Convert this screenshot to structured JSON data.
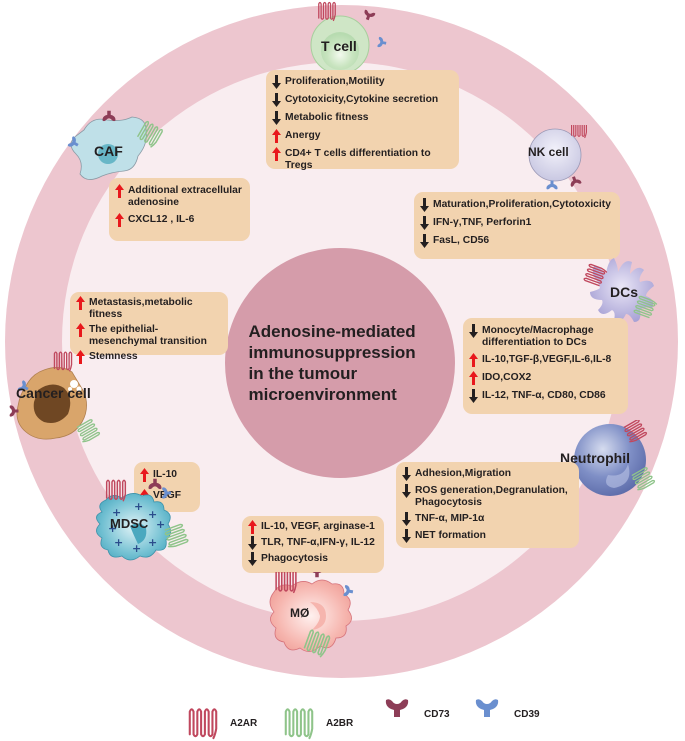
{
  "title": "Adenosine-mediated immunosuppression in the tumour microenvironment",
  "title_lines": [
    "Adenosine-mediated",
    "immunosuppression",
    "in the tumour",
    "microenvironment"
  ],
  "colors": {
    "outer_ring": "#edc6cf",
    "inner_disc": "#f9edf0",
    "center_disc": "#d59caa",
    "effect_box": "#f2d3af",
    "up_arrow": "#e8181c",
    "down_arrow": "#231f20",
    "a2ar": "#c0485e",
    "a2br": "#8fc48a",
    "cd73": "#8d3d57",
    "cd39": "#6a8fcf"
  },
  "cells": {
    "t_cell": {
      "label": "T cell",
      "effects": [
        {
          "direction": "down",
          "text": "Proliferation,Motility"
        },
        {
          "direction": "down",
          "text": "Cytotoxicity,Cytokine secretion"
        },
        {
          "direction": "down",
          "text": "Metabolic fitness"
        },
        {
          "direction": "up",
          "text": "Anergy"
        },
        {
          "direction": "up",
          "text": "CD4+ T cells differentiation to Tregs"
        }
      ]
    },
    "caf": {
      "label": "CAF",
      "effects": [
        {
          "direction": "up",
          "text": "Additional extracellular adenosine"
        },
        {
          "direction": "up",
          "text": "CXCL12 ,  IL-6"
        }
      ]
    },
    "nk_cell": {
      "label": "NK cell",
      "effects": [
        {
          "direction": "down",
          "text": "Maturation,Proliferation,Cytotoxicity"
        },
        {
          "direction": "down",
          "text": "IFN-γ,TNF, Perforin1"
        },
        {
          "direction": "down",
          "text": "FasL, CD56"
        }
      ]
    },
    "dcs": {
      "label": "DCs",
      "effects": [
        {
          "direction": "down",
          "text": "Monocyte/Macrophage differentiation to DCs"
        },
        {
          "direction": "up",
          "text": "IL-10,TGF-β,VEGF,IL-6,IL-8"
        },
        {
          "direction": "up",
          "text": "IDO,COX2"
        },
        {
          "direction": "down",
          "text": "IL-12, TNF-α, CD80, CD86"
        }
      ]
    },
    "cancer_cell": {
      "label": "Cancer cell",
      "effects": [
        {
          "direction": "up",
          "text": "Metastasis,metabolic fitness"
        },
        {
          "direction": "up",
          "text": "The epithelial-mesenchymal transition"
        },
        {
          "direction": "up",
          "text": "Stemness"
        }
      ]
    },
    "neutrophil": {
      "label": "Neutrophil",
      "effects": [
        {
          "direction": "down",
          "text": "Adhesion,Migration"
        },
        {
          "direction": "down",
          "text": "ROS generation,Degranulation, Phagocytosis"
        },
        {
          "direction": "down",
          "text": "TNF-α,  MIP-1α"
        },
        {
          "direction": "down",
          "text": "NET formation"
        }
      ]
    },
    "mdsc": {
      "label": "MDSC",
      "effects": [
        {
          "direction": "up",
          "text": "IL-10"
        },
        {
          "direction": "up",
          "text": "VEGF"
        }
      ]
    },
    "macrophage": {
      "label": "MØ",
      "effects": [
        {
          "direction": "up",
          "text": "IL-10, VEGF, arginase-1"
        },
        {
          "direction": "down",
          "text": "TLR, TNF-α,IFN-γ, IL-12"
        },
        {
          "direction": "down",
          "text": "Phagocytosis"
        }
      ]
    }
  },
  "legend": [
    {
      "icon": "a2ar-receptor-icon",
      "label": "A2AR"
    },
    {
      "icon": "a2br-receptor-icon",
      "label": "A2BR"
    },
    {
      "icon": "cd73-enzyme-icon",
      "label": "CD73"
    },
    {
      "icon": "cd39-enzyme-icon",
      "label": "CD39"
    }
  ]
}
